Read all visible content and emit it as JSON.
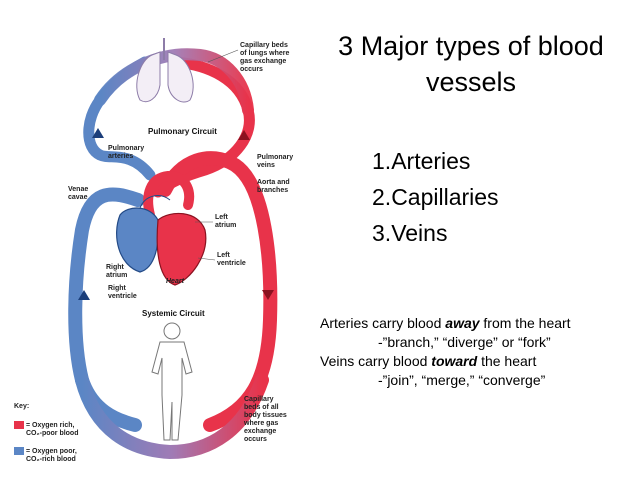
{
  "slide": {
    "title": "3 Major types of blood vessels",
    "list": [
      {
        "num": "1.",
        "text": "Arteries"
      },
      {
        "num": "2.",
        "text": "Capillaries"
      },
      {
        "num": "3.",
        "text": "Veins"
      }
    ],
    "notes": [
      {
        "before": "Arteries carry blood ",
        "emph": "away",
        "after": " from the heart"
      },
      {
        "before": "-”branch,” “diverge” or “fork”",
        "emph": "",
        "after": ""
      },
      {
        "before": "Veins carry blood ",
        "emph": "toward",
        "after": " the heart"
      },
      {
        "before": "-”join”, “merge,” “converge”",
        "emph": "",
        "after": ""
      }
    ]
  },
  "diagram": {
    "labels": {
      "lung_cap_1": "Capillary beds",
      "lung_cap_2": "of lungs where",
      "lung_cap_3": "gas exchange",
      "lung_cap_4": "occurs",
      "pulmonary_circuit": "Pulmonary Circuit",
      "pulm_arteries_1": "Pulmonary",
      "pulm_arteries_2": "arteries",
      "pulm_veins_1": "Pulmonary",
      "pulm_veins_2": "veins",
      "venae_1": "Venae",
      "venae_2": "cavae",
      "aorta_1": "Aorta and",
      "aorta_2": "branches",
      "left_atrium_1": "Left",
      "left_atrium_2": "atrium",
      "left_ventricle_1": "Left",
      "left_ventricle_2": "ventricle",
      "right_atrium_1": "Right",
      "right_atrium_2": "atrium",
      "right_ventricle_1": "Right",
      "right_ventricle_2": "ventricle",
      "heart": "Heart",
      "systemic_circuit": "Systemic Circuit",
      "body_cap_1": "Capillary",
      "body_cap_2": "beds of all",
      "body_cap_3": "body tissues",
      "body_cap_4": "where gas",
      "body_cap_5": "exchange",
      "body_cap_6": "occurs"
    },
    "key": {
      "title": "Key:",
      "oxygen_rich_1": "= Oxygen rich,",
      "oxygen_rich_2": "CO₂-poor blood",
      "oxygen_poor_1": "= Oxygen poor,",
      "oxygen_poor_2": "CO₂-rich blood"
    },
    "colors": {
      "oxygen_rich": "#e8334a",
      "oxygen_poor": "#5b86c5",
      "capillary": "#a07bb5"
    }
  }
}
